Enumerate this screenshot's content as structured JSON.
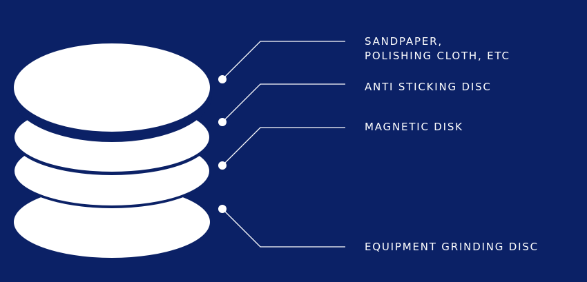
{
  "colors": {
    "background": "#0b2166",
    "disc": "#ffffff",
    "line": "#ffffff"
  },
  "layers": [
    {
      "id": "top",
      "label_lines": [
        "SANDPAPER,",
        "POLISHING CLOTH, ETC"
      ]
    },
    {
      "id": "second",
      "label_lines": [
        "ANTI STICKING DISC"
      ]
    },
    {
      "id": "third",
      "label_lines": [
        "MAGNETIC DISK"
      ]
    },
    {
      "id": "bottom",
      "label_lines": [
        "EQUIPMENT GRINDING DISC"
      ]
    }
  ]
}
